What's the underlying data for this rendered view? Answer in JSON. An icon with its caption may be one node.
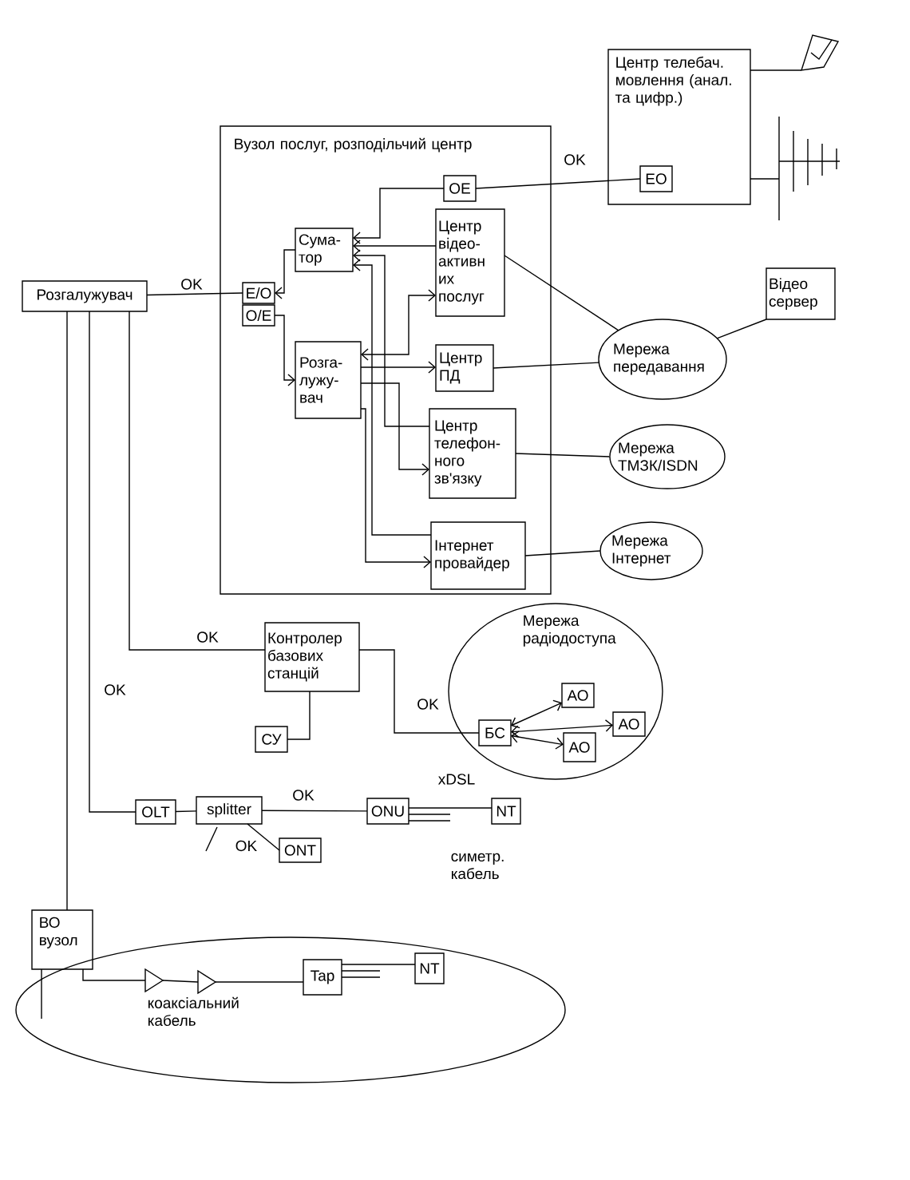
{
  "diagram": {
    "nodes": [
      {
        "text": [
          "Центр телебач. мовлення (анал. та цифр.)"
        ]
      },
      {
        "text": [
          "EO"
        ],
        "in": 0
      },
      {
        "text": [
          "Вузол послуг, розподільчий центр"
        ]
      },
      {
        "text": [
          "OE"
        ],
        "in": 2
      },
      {
        "text": [
          "Сума-тор"
        ],
        "in": 2
      },
      {
        "text": [
          "Центр відео-активн их послуг"
        ],
        "in": 2
      },
      {
        "text": [
          "E/O"
        ],
        "in": 2
      },
      {
        "text": [
          "O/E"
        ],
        "in": 2
      },
      {
        "text": [
          "Розгалужувач"
        ]
      },
      {
        "text": [
          "Розга-лужу-вач"
        ],
        "in": 2
      },
      {
        "text": [
          "Центр ПД"
        ],
        "in": 2
      },
      {
        "text": [
          "Центр телефон-ного зв'язку"
        ],
        "in": 2
      },
      {
        "text": [
          "Інтернет провайдер"
        ],
        "in": 2
      },
      {
        "text": [
          "Відео сервер"
        ]
      },
      {
        "text": [
          "Мережа передавання"
        ]
      },
      {
        "text": [
          "Мережа ТМЗК/ISDN"
        ]
      },
      {
        "text": [
          "Мережа Інтернет"
        ]
      },
      {
        "text": [
          "Контролер базових станцій"
        ]
      },
      {
        "text": [
          "СУ"
        ]
      },
      {
        "text": [
          "Мережа радіодоступа"
        ]
      },
      {
        "text": [
          "БС"
        ],
        "in": 19
      },
      {
        "text": [
          "АО"
        ],
        "in": 19
      },
      {
        "text": [
          "АО"
        ],
        "in": 19
      },
      {
        "text": [
          "АО"
        ],
        "in": 19
      },
      {
        "text": [
          "OLT"
        ]
      },
      {
        "text": [
          "splitter"
        ]
      },
      {
        "text": [
          "ONU"
        ]
      },
      {
        "text": [
          "NT"
        ]
      },
      {
        "text": [
          "ONT"
        ]
      },
      {
        "text": [
          "ВО вузол"
        ]
      },
      {
        "text": [
          "коаксіальний кабель"
        ]
      },
      {
        "text": [],
        "shape": "triangle",
        "in": 30
      },
      {
        "text": [],
        "shape": "triangle",
        "in": 30
      },
      {
        "text": [
          "Tap"
        ],
        "in": 30
      },
      {
        "text": [
          "NT"
        ],
        "in": 30
      },
      {
        "text": [],
        "shape": "antenna"
      },
      {
        "text": [],
        "shape": "antenna"
      }
    ],
    "edges": [
      {
        "from": 8,
        "to": 6,
        "arrow": "none",
        "label": "OK"
      },
      {
        "from": 4,
        "to": 6,
        "arrow": "to"
      },
      {
        "from": 7,
        "to": 9,
        "arrow": "to"
      },
      {
        "from": 3,
        "to": 4,
        "arrow": "to"
      },
      {
        "from": 5,
        "to": 4,
        "arrow": "to"
      },
      {
        "from": 9,
        "to": 5,
        "arrow": "both"
      },
      {
        "from": 9,
        "to": 10,
        "arrow": "to"
      },
      {
        "from": 9,
        "to": 11,
        "arrow": "to"
      },
      {
        "from": 11,
        "to": 4,
        "arrow": "to"
      },
      {
        "from": 12,
        "to": 4,
        "arrow": "to"
      },
      {
        "from": 9,
        "to": 12,
        "arrow": "to"
      },
      {
        "from": 1,
        "to": 3,
        "arrow": "none",
        "label": "OK"
      },
      {
        "from": 5,
        "to": 14,
        "arrow": "none"
      },
      {
        "from": 10,
        "to": 14,
        "arrow": "none"
      },
      {
        "from": 13,
        "to": 14,
        "arrow": "none"
      },
      {
        "from": 11,
        "to": 15,
        "arrow": "none"
      },
      {
        "from": 12,
        "to": 16,
        "arrow": "none"
      },
      {
        "from": 8,
        "to": 17,
        "arrow": "none",
        "label": "OK"
      },
      {
        "from": 17,
        "to": 18,
        "arrow": "none"
      },
      {
        "from": 17,
        "to": 20,
        "arrow": "none",
        "label": "OK"
      },
      {
        "from": 20,
        "to": 21,
        "arrow": "both"
      },
      {
        "from": 20,
        "to": 22,
        "arrow": "both"
      },
      {
        "from": 20,
        "to": 23,
        "arrow": "both"
      },
      {
        "from": 8,
        "to": 24,
        "arrow": "none",
        "label": "OK"
      },
      {
        "from": 24,
        "to": 25,
        "arrow": "none"
      },
      {
        "from": 25,
        "to": 26,
        "arrow": "none",
        "label": "OK"
      },
      {
        "from": 25,
        "to": 28,
        "arrow": "none"
      },
      {
        "from": 26,
        "to": 27,
        "arrow": "none",
        "label": "xDSL"
      },
      {
        "from": 8,
        "to": 29,
        "arrow": "none"
      },
      {
        "from": 29,
        "to": 31,
        "arrow": "none"
      },
      {
        "from": 31,
        "to": 32,
        "arrow": "none"
      },
      {
        "from": 32,
        "to": 33,
        "arrow": "none"
      },
      {
        "from": 33,
        "to": 34,
        "arrow": "none"
      },
      {
        "from": 0,
        "to": 35,
        "arrow": "none"
      },
      {
        "from": 0,
        "to": 36,
        "arrow": "none"
      }
    ],
    "labels": [
      "OK",
      "симетр. кабель"
    ]
  }
}
